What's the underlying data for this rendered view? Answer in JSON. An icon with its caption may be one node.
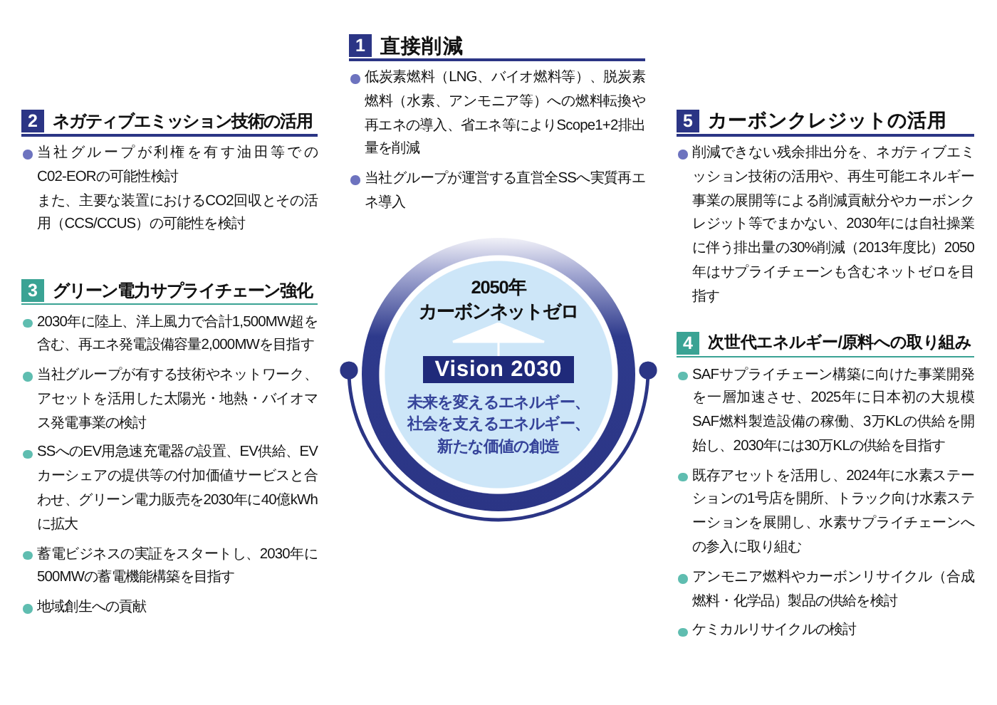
{
  "diagram": {
    "nodes": [
      {
        "text": [
          "直接削減",
          "低炭素燃料（LNG、バイオ燃料等）、脱炭素燃料（水素、アンモニア等）への燃料転換や再エネの導入、省エネ等によりScope1+2排出量を削減",
          "当社グループが運営する直営全SSへ実質再エネ導入"
        ]
      },
      {
        "text": [
          "1"
        ],
        "in": 0
      },
      {
        "text": [
          "ネガティブエミッション技術の活用",
          "当社グループが利権を有す油田等でのC02-EORの可能性検討",
          "また、主要な装置におけるCO2回収とその活用（CCS/CCUS）の可能性を検討"
        ]
      },
      {
        "text": [
          "2"
        ],
        "in": 2
      },
      {
        "text": [
          "カーボンクレジットの活用",
          "削減できない残余排出分を、ネガティブエミッション技術の活用や、再生可能エネルギー事業の展開等による削減貢献分やカーボンクレジット等でまかない、2030年には自社操業に伴う排出量の30%削減（2013年度比）2050年はサプライチェーンも含むネットゼロを目指す"
        ]
      },
      {
        "text": [
          "5"
        ],
        "in": 4
      },
      {
        "text": [
          "未来を変えるエネルギー、社会を支えるエネルギー、新たな価値の創造"
        ]
      },
      {
        "text": [
          "2050年",
          "カーボンネットゼロ"
        ],
        "in": 6
      },
      {
        "text": [
          "Vision 2030"
        ],
        "in": 6
      },
      {
        "text": [
          "グリーン電力サプライチェーン強化",
          "2030年に陸上、洋上風力で合計1,500MW超を含む、再エネ発電設備容量2,000MWを目指す",
          "当社グループが有する技術やネットワーク、アセットを活用した太陽光・地熱・バイオマス発電事業の検討",
          "SSへのEV用急速充電器の設置、EV供給、EVカーシェアの提供等の付加価値サービスと合わせ、グリーン電力販売を2030年に40億kWhに拡大",
          "蓄電ビジネスの実証をスタートし、2030年に500MWの蓄電機能構築を目指す",
          "地域創生への貢献"
        ]
      },
      {
        "text": [
          "3"
        ],
        "in": 9
      },
      {
        "text": [
          "次世代エネルギー/原料への取り組み",
          "SAFサプライチェーン構築に向けた事業開発を一層加速させ、2025年に日本初の大規模SAF燃料製造設備の稼働、3万KLの供給を開始し、2030年には30万KLの供給を目指す",
          "既存アセットを活用し、2024年に水素ステーションの1号店を開所、トラック向け水素ステーションを展開し、水素サプライチェーンへの参入に取り組む",
          "アンモニア燃料やカーボンリサイクル（合成燃料・化学品）製品の供給を検討",
          "ケミカルリサイクルの検討"
        ]
      },
      {
        "text": [
          "4"
        ],
        "in": 11
      }
    ],
    "edges": [
      {
        "from": 8,
        "to": 7,
        "arrow": "to"
      }
    ]
  }
}
